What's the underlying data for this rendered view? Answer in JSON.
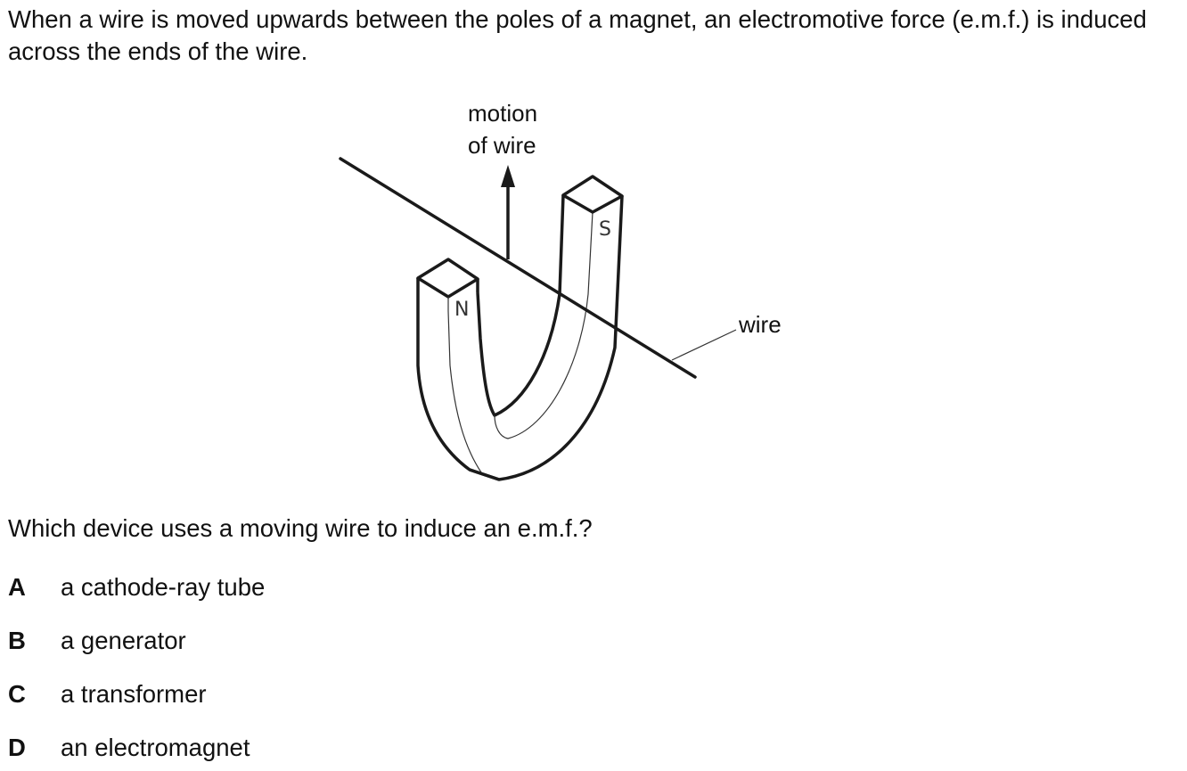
{
  "intro_text": "When a wire is moved upwards between the poles of a magnet, an electromotive force (e.m.f.) is induced across the ends of the wire.",
  "figure": {
    "motion_label_line1": "motion",
    "motion_label_line2": "of wire",
    "wire_label": "wire",
    "north_pole": "N",
    "south_pole": "S"
  },
  "question_text": "Which device uses a moving wire to induce an e.m.f.?",
  "options": [
    {
      "letter": "A",
      "text": "a cathode-ray tube"
    },
    {
      "letter": "B",
      "text": "a generator"
    },
    {
      "letter": "C",
      "text": "a transformer"
    },
    {
      "letter": "D",
      "text": "an electromagnet"
    }
  ]
}
